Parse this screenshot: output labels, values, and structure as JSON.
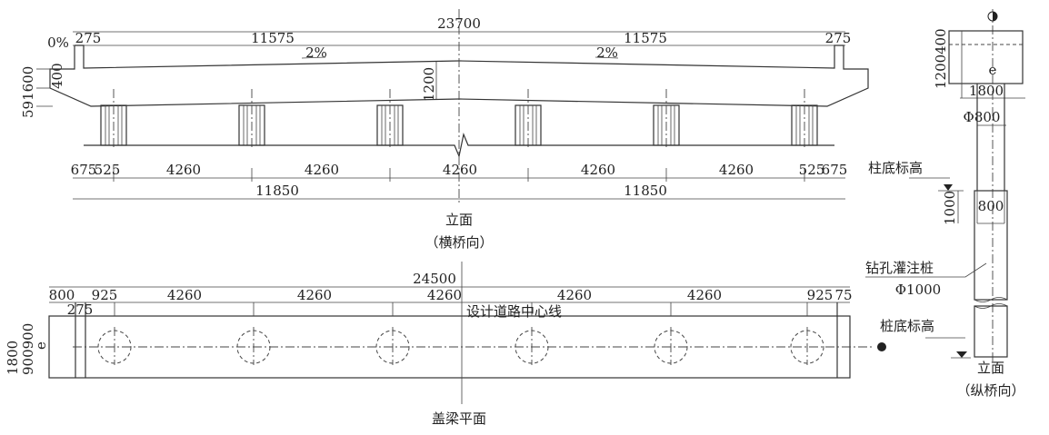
{
  "elevation_transverse": {
    "total_width": "23700",
    "edge_left": "275",
    "half_left": "11575",
    "half_right": "11575",
    "edge_right": "275",
    "slope_left": "2%",
    "slope_right": "2%",
    "end_slope": "0%",
    "end_height_400": "400",
    "end_heights": "591600",
    "mid_height": "1200",
    "bottom_dims": [
      "675",
      "525",
      "4260",
      "4260",
      "4260",
      "4260",
      "4260",
      "525",
      "675"
    ],
    "half_spans": [
      "11850",
      "11850"
    ],
    "title": "立面",
    "subtitle": "（横桥向）"
  },
  "plan": {
    "total_length": "24500",
    "top_dims": [
      "800",
      "925",
      "4260",
      "4260",
      "4260",
      "4260",
      "4260",
      "925",
      "75"
    ],
    "inner_dim": "275",
    "side_dims": [
      "1800",
      "900900",
      "e"
    ],
    "centerline_label": "设计道路中心线",
    "title": "盖梁平面"
  },
  "elevation_longitudinal": {
    "cap_height_400": "400",
    "cap_height_1200": "1200",
    "cap_width": "1800",
    "eccentricity": "e",
    "column_diameter": "Φ800",
    "column_bottom_elev": "柱底标高",
    "embed_depth": "1000",
    "embed_width": "800",
    "pile_label": "钻孔灌注桩",
    "pile_diameter": "Φ1000",
    "pile_bottom_elev": "桩底标高",
    "title": "立面",
    "subtitle": "（纵桥向）"
  }
}
